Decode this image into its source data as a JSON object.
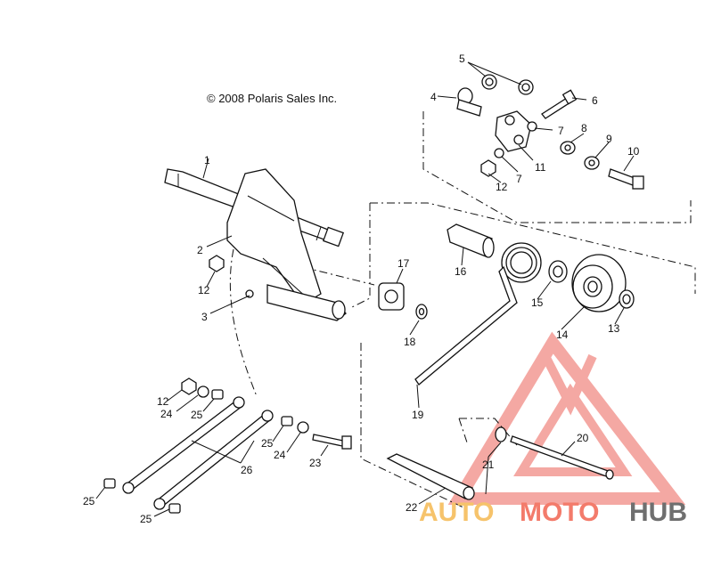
{
  "copyright": "© 2008 Polaris Sales Inc.",
  "watermark": {
    "part1": "AUTO",
    "part2": "MOTO",
    "part3": "HUB",
    "color1": "#f6c36b",
    "color2": "#f37b6b",
    "color3": "#6f6f6f",
    "logo_color": "#f39a94"
  },
  "callouts": {
    "c1": "1",
    "c2": "2",
    "c3": "3",
    "c4": "4",
    "c5": "5",
    "c6": "6",
    "c7a": "7",
    "c7b": "7",
    "c8": "8",
    "c9": "9",
    "c10": "10",
    "c11": "11",
    "c12a": "12",
    "c12b": "12",
    "c12c": "12",
    "c13": "13",
    "c14": "14",
    "c15": "15",
    "c16": "16",
    "c17": "17",
    "c18": "18",
    "c19": "19",
    "c20": "20",
    "c21": "21",
    "c22": "22",
    "c23": "23",
    "c24a": "24",
    "c24b": "24",
    "c25a": "25",
    "c25b": "25",
    "c25c": "25",
    "c25d": "25",
    "c26": "26"
  }
}
